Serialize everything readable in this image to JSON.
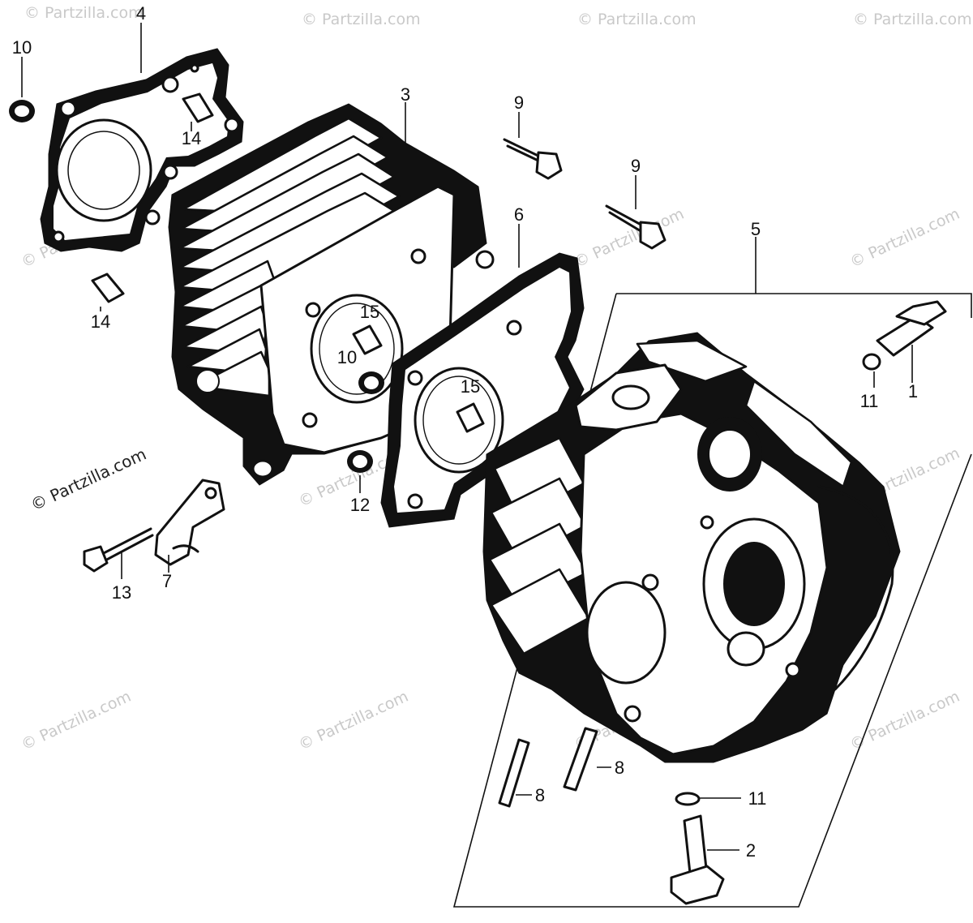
{
  "watermark": {
    "text": "© Partzilla.com",
    "color": "#c9c9c9"
  },
  "diagram": {
    "ink_color": "#111111",
    "background": "#ffffff",
    "callouts": [
      {
        "id": "c1",
        "label": "1"
      },
      {
        "id": "c2",
        "label": "2"
      },
      {
        "id": "c3",
        "label": "3"
      },
      {
        "id": "c4",
        "label": "4"
      },
      {
        "id": "c5",
        "label": "5"
      },
      {
        "id": "c6",
        "label": "6"
      },
      {
        "id": "c7",
        "label": "7"
      },
      {
        "id": "c8a",
        "label": "8"
      },
      {
        "id": "c8b",
        "label": "8"
      },
      {
        "id": "c9a",
        "label": "9"
      },
      {
        "id": "c9b",
        "label": "9"
      },
      {
        "id": "c10a",
        "label": "10"
      },
      {
        "id": "c10b",
        "label": "10"
      },
      {
        "id": "c11a",
        "label": "11"
      },
      {
        "id": "c11b",
        "label": "11"
      },
      {
        "id": "c12",
        "label": "12"
      },
      {
        "id": "c13",
        "label": "13"
      },
      {
        "id": "c14a",
        "label": "14"
      },
      {
        "id": "c14b",
        "label": "14"
      },
      {
        "id": "c15a",
        "label": "15"
      },
      {
        "id": "c15b",
        "label": "15"
      }
    ]
  }
}
